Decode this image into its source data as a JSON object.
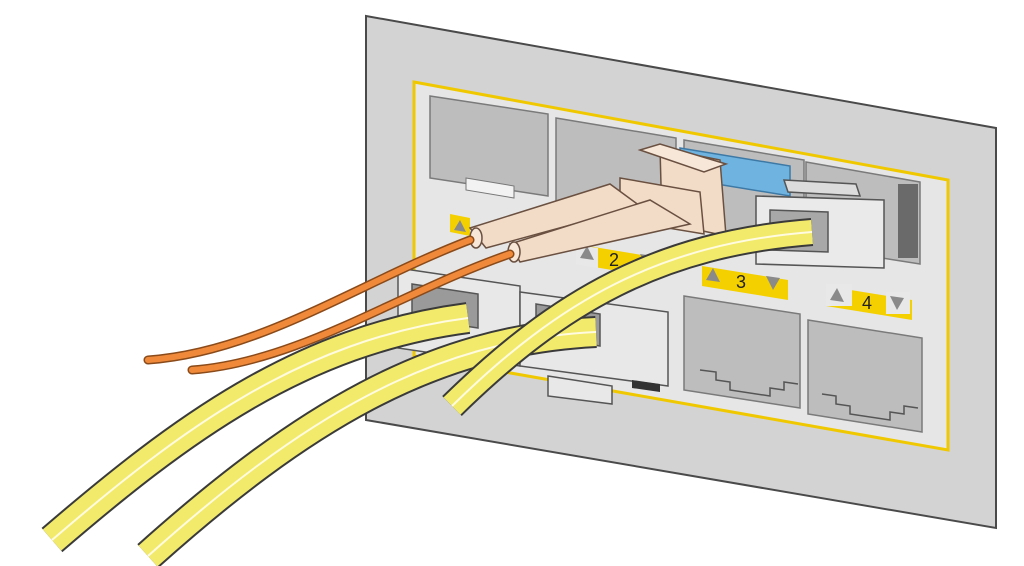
{
  "diagram": {
    "port_labels": [
      {
        "number": "2"
      },
      {
        "number": "3"
      },
      {
        "number": "4"
      }
    ],
    "colors": {
      "panel": "#d0d0d0",
      "panel_outline": "#4a4a4a",
      "port_frame": "#f0c800",
      "label_yellow": "#f4d000",
      "cable_yellow": "#f2ea6a",
      "fiber_orange": "#f08a3a",
      "connector_beige": "#f2dcc8",
      "latch_blue": "#6fb3e0"
    },
    "icons": [
      "up-arrow-icon",
      "down-arrow-icon"
    ]
  }
}
